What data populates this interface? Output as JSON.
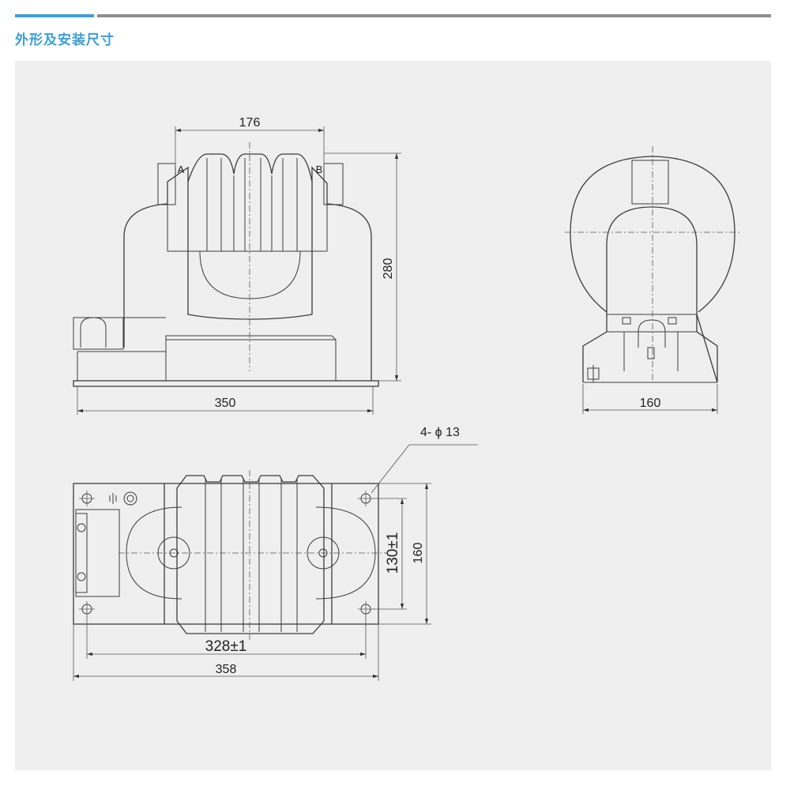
{
  "header": {
    "title": "外形及安装尺寸",
    "accent_color": "#3a9fd8",
    "line_color": "#8e8e8e"
  },
  "drawing": {
    "front_view": {
      "width_top": "176",
      "height": "280",
      "width_base": "350",
      "terminal_a": "A",
      "terminal_b": "B"
    },
    "side_view": {
      "width_base": "160"
    },
    "top_view": {
      "holes": "4- ϕ 13",
      "length_inner": "328±1",
      "length_total": "358",
      "width_inner": "130±1",
      "width_total": "160"
    }
  }
}
